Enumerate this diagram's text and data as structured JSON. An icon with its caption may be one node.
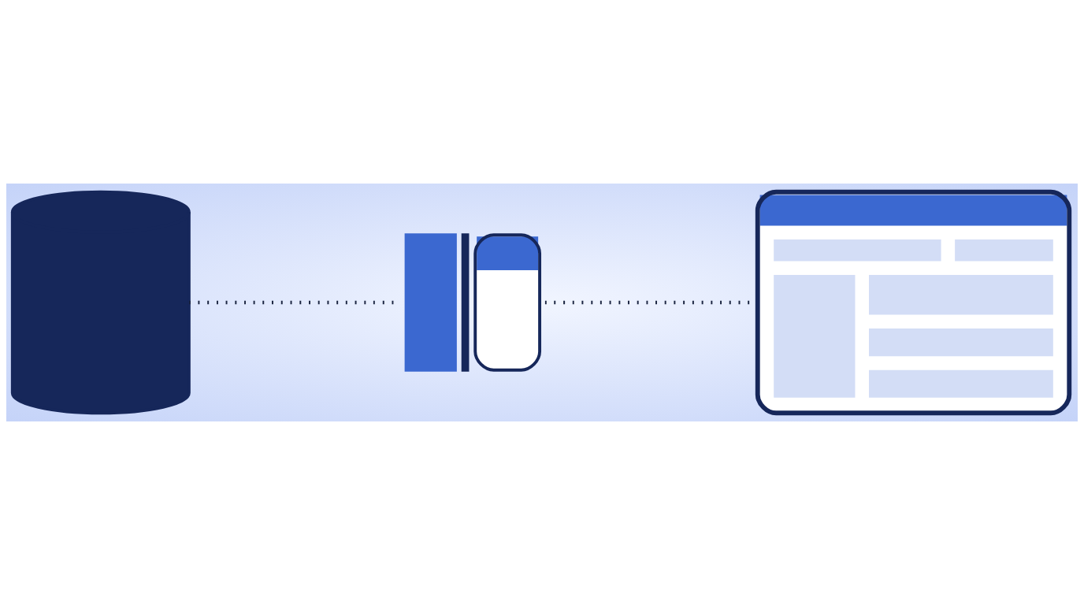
{
  "diagram": {
    "nodes": [
      {
        "text": [],
        "shape": "cylinder"
      },
      {
        "text": [],
        "shape": "picture"
      },
      {
        "text": [],
        "shape": "picture"
      }
    ],
    "edges": [
      {
        "from": 0,
        "to": 1,
        "arrow": "none",
        "style": "dashed"
      },
      {
        "from": 1,
        "to": 2,
        "arrow": "none",
        "style": "dashed"
      }
    ]
  }
}
